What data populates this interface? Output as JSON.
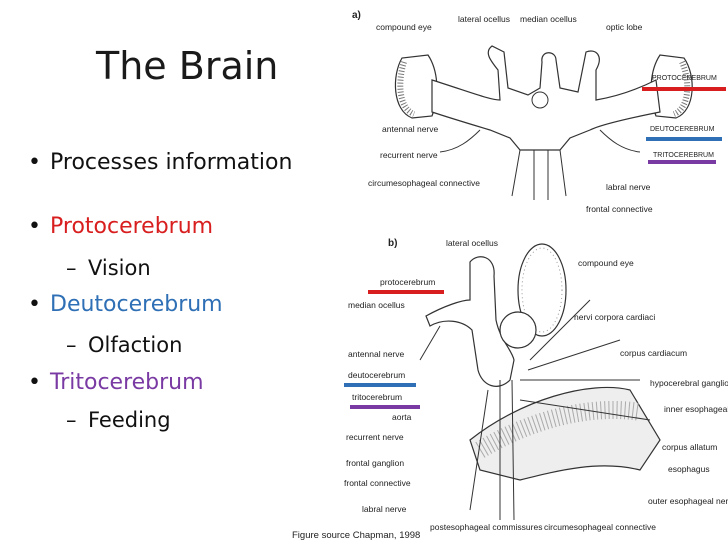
{
  "title": "The Brain",
  "colors": {
    "proto": "#d81e1e",
    "deuto": "#2e6fb5",
    "trito": "#7a3aa3"
  },
  "bullets": [
    {
      "text": "Processes information",
      "level": 1,
      "color": "#111111"
    },
    {
      "text": "Protocerebrum",
      "level": 1,
      "color": "#d81e1e"
    },
    {
      "text": "Vision",
      "level": 2,
      "color": "#111111"
    },
    {
      "text": "Deutocerebrum",
      "level": 1,
      "color": "#2e6fb5"
    },
    {
      "text": "Olfaction",
      "level": 2,
      "color": "#111111"
    },
    {
      "text": "Tritocerebrum",
      "level": 1,
      "color": "#7a3aa3"
    },
    {
      "text": "Feeding",
      "level": 2,
      "color": "#111111"
    }
  ],
  "bullet_glyph": "•",
  "sub_glyph": "–",
  "figure_a": {
    "panel_label": "a)",
    "labels": {
      "compound_eye": "compound eye",
      "lateral_ocellus": "lateral ocellus",
      "median_ocellus": "median ocellus",
      "optic_lobe": "optic lobe",
      "protocerebrum": "PROTOCEREBRUM",
      "deutocerebrum": "DEUTOCEREBRUM",
      "tritocerebrum": "TRITOCEREBRUM",
      "antennal_nerve": "antennal nerve",
      "recurrent_nerve": "recurrent nerve",
      "circumesophageal": "circumesophageal connective",
      "labral_nerve": "labral nerve",
      "frontal_connective": "frontal connective"
    }
  },
  "figure_b": {
    "panel_label": "b)",
    "labels": {
      "lateral_ocellus": "lateral ocellus",
      "compound_eye": "compound eye",
      "protocerebrum": "protocerebrum",
      "median_ocellus": "median ocellus",
      "nervi_corpora_cardiaci": "nervi corpora cardiaci",
      "antennal_nerve": "antennal nerve",
      "corpus_cardiacum": "corpus cardiacum",
      "deutocerebrum": "deutocerebrum",
      "hypocerebral_ganglion": "hypocerebral ganglion",
      "tritocerebrum": "tritocerebrum",
      "inner_esophageal_nerve": "inner esophageal nerve",
      "aorta": "aorta",
      "corpus_allatum": "corpus allatum",
      "recurrent_nerve": "recurrent nerve",
      "esophagus": "esophagus",
      "frontal_ganglion": "frontal ganglion",
      "frontal_connective": "frontal connective",
      "outer_esophageal_nerve": "outer esophageal nerve",
      "labral_nerve": "labral nerve",
      "postesophageal": "postesophageal commissures",
      "circumesophageal": "circumesophageal connective"
    }
  },
  "source": "Figure source Chapman, 1998"
}
